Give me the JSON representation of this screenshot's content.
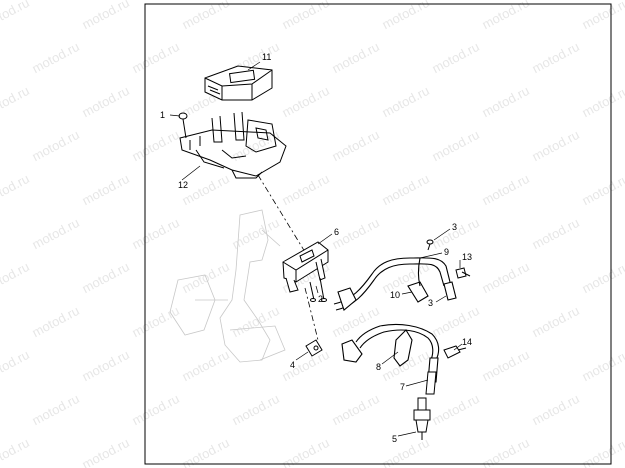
{
  "watermark": "motod.ru",
  "callouts": [
    {
      "id": "1",
      "label": "1"
    },
    {
      "id": "2",
      "label": "2"
    },
    {
      "id": "3a",
      "label": "3"
    },
    {
      "id": "3b",
      "label": "3"
    },
    {
      "id": "4",
      "label": "4"
    },
    {
      "id": "5",
      "label": "5"
    },
    {
      "id": "6",
      "label": "6"
    },
    {
      "id": "7",
      "label": "7"
    },
    {
      "id": "8",
      "label": "8"
    },
    {
      "id": "9",
      "label": "9"
    },
    {
      "id": "10",
      "label": "10"
    },
    {
      "id": "11",
      "label": "11"
    },
    {
      "id": "12",
      "label": "12"
    },
    {
      "id": "13",
      "label": "13"
    },
    {
      "id": "14",
      "label": "14"
    }
  ],
  "parts": {
    "ecu_module": "ecu-module",
    "bracket": "mounting-bracket",
    "ignition_coil": "ignition-coil",
    "spark_plug": "spark-plug",
    "plug_wire_long": "spark-plug-wire",
    "plug_wire_short": "coil-wire"
  },
  "colors": {
    "line": "#000000",
    "ghost": "#bdbdbd",
    "watermark": "#e7e7e7",
    "border": "#000000"
  }
}
